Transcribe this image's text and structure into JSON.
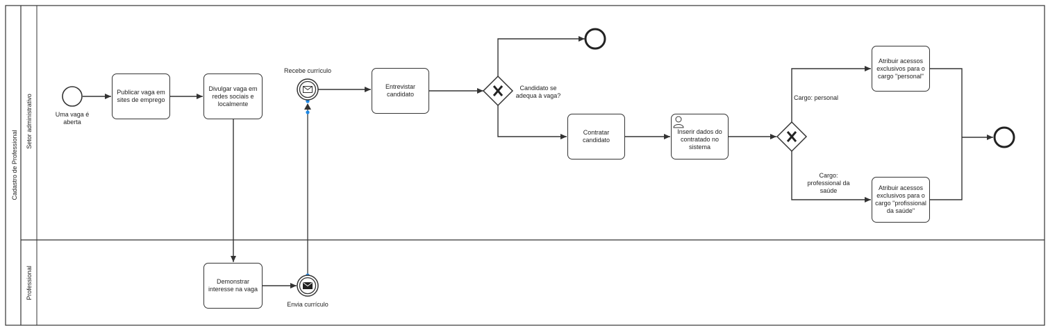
{
  "pool": {
    "label": "Cadastro de Professional"
  },
  "lanes": [
    {
      "label": "Setor administrativo"
    },
    {
      "label": "Professional"
    }
  ],
  "events": {
    "start": "Uma vaga é aberta",
    "receive": "Recebe currículo",
    "send": "Envia currículo"
  },
  "tasks": {
    "publish": "Publicar vaga em sites de emprego",
    "promote": "Divulgar vaga em redes sociais e localmente",
    "interview": "Entrevistar candidato",
    "hire": "Contratar candidato",
    "register": "Inserir dados do contratado no sistema",
    "access_personal": "Atribuir acessos exclusivos para o cargo \"personal\"",
    "access_health": "Atribuir acessos exclusivos para o cargo \"profissional da saúde\"",
    "interest": "Demonstrar interesse na vaga"
  },
  "gateways": {
    "fit": "Candidato se adequa à vaga?",
    "role_personal": "Cargo: personal",
    "role_health": "Cargo: professional da saúde"
  },
  "colors": {
    "stroke": "#333333",
    "connector": "#1e88e5"
  }
}
